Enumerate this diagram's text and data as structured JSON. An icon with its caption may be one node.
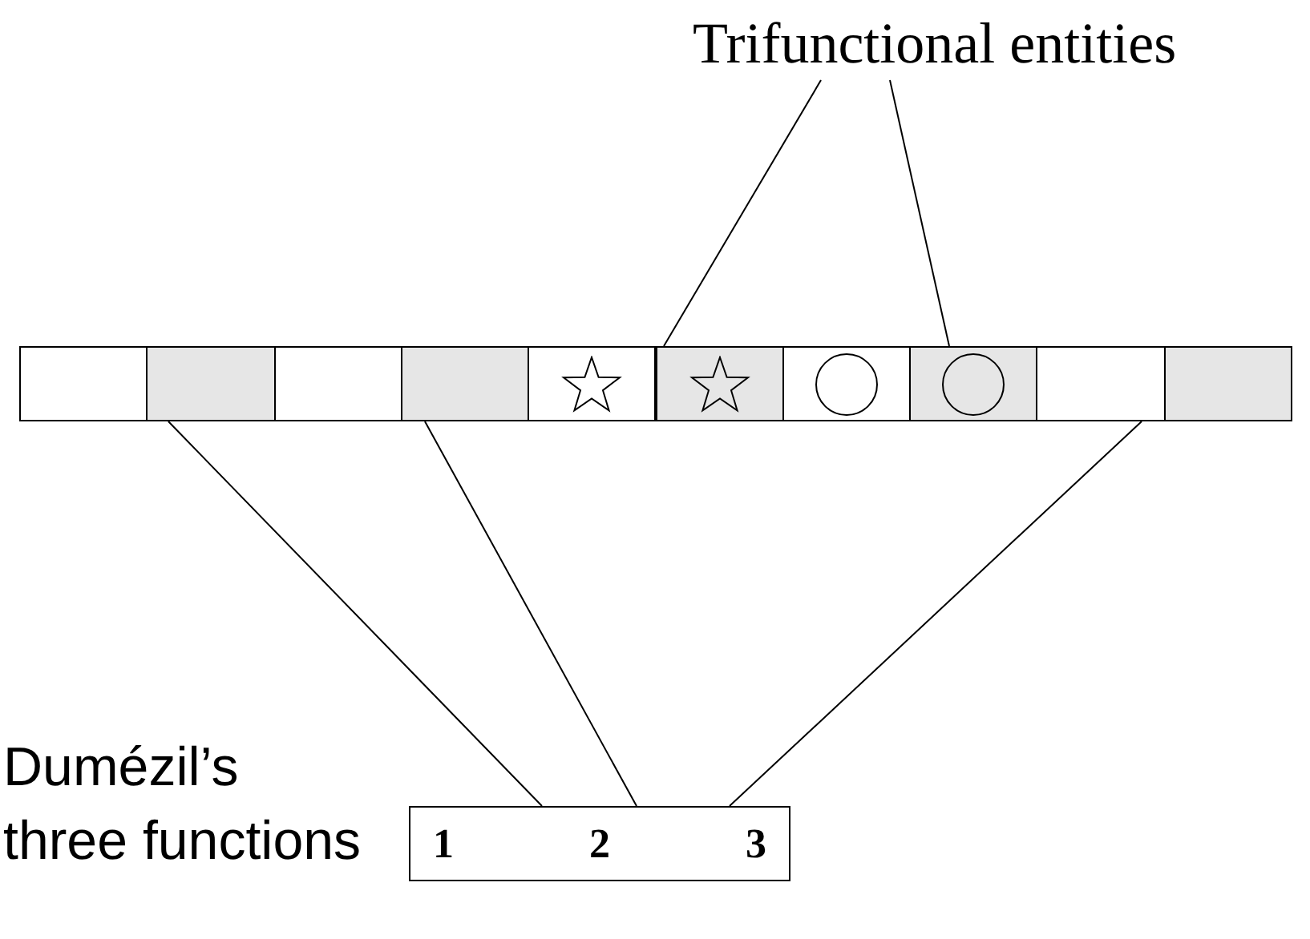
{
  "diagram": {
    "nodes": [
      {
        "text": [
          "Trifunctional entities"
        ]
      },
      {
        "text": [],
        "shape": "box"
      },
      {
        "text": [],
        "shape": "box"
      },
      {
        "text": [],
        "shape": "box"
      },
      {
        "text": [],
        "shape": "box"
      },
      {
        "text": [],
        "shape": "box"
      },
      {
        "text": [],
        "shape": "box"
      },
      {
        "text": [],
        "shape": "box"
      },
      {
        "text": [],
        "shape": "box"
      },
      {
        "text": [],
        "shape": "box"
      },
      {
        "text": [],
        "shape": "box"
      },
      {
        "text": [
          "1",
          "2",
          "3"
        ]
      }
    ],
    "edges": [
      {
        "from": 0,
        "to": 5,
        "arrow": "none"
      },
      {
        "from": 0,
        "to": 8,
        "arrow": "none"
      },
      {
        "from": 2,
        "to": 11,
        "arrow": "none"
      },
      {
        "from": 4,
        "to": 11,
        "arrow": "none"
      },
      {
        "from": 9,
        "to": 11,
        "arrow": "none"
      }
    ],
    "labels": [
      "Dumézil’s three functions"
    ]
  }
}
